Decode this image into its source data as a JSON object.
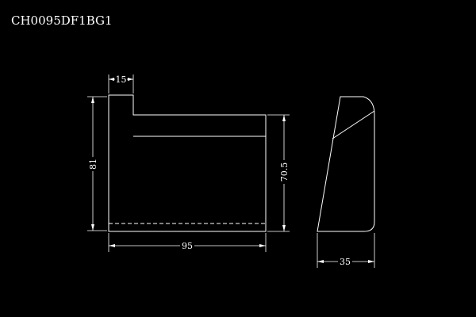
{
  "drawing_id": "CH0095DF1BG1",
  "dimensions": {
    "top_width": "15",
    "overall_height": "81",
    "right_height": "70.5",
    "overall_width": "95",
    "side_width": "35"
  },
  "colors": {
    "background": "#000000",
    "lines": "#ffffff"
  }
}
